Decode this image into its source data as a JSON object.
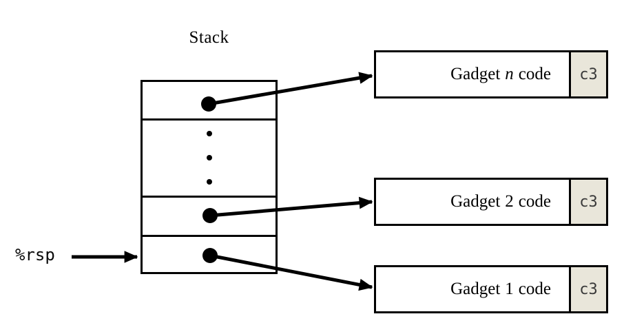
{
  "title": "Stack",
  "rsp_label": "%rsp",
  "gadgets": [
    {
      "prefix": "Gadget",
      "var": "n",
      "suffix": "code",
      "ret": "c3"
    },
    {
      "prefix": "Gadget",
      "var": "2",
      "suffix": "code",
      "ret": "c3"
    },
    {
      "prefix": "Gadget",
      "var": "1",
      "suffix": "code",
      "ret": "c3"
    }
  ],
  "colors": {
    "ret_cell_bg": "#e9e6da",
    "stroke": "#000000",
    "ret_text": "#3a3a3a"
  }
}
